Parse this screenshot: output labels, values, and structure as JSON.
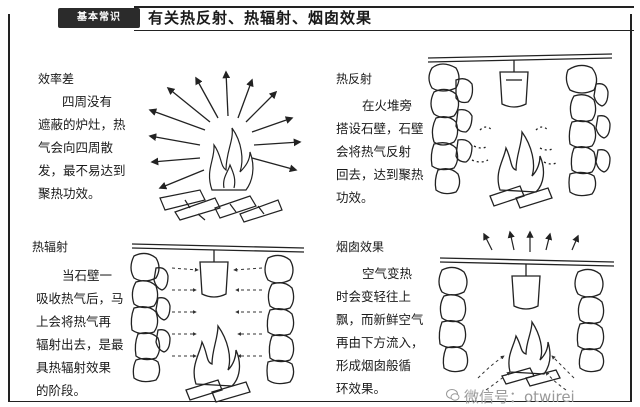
{
  "header": {
    "badge": "基本常识",
    "title": "有关热反射、热辐射、烟囱效果"
  },
  "sections": [
    {
      "title": "效率差",
      "lines": [
        "四周没有",
        "遮蔽的炉灶，热",
        "气会向四周散",
        "发，最不易达到",
        "聚热功效。"
      ]
    },
    {
      "title": "热反射",
      "lines": [
        "在火堆旁",
        "搭设石壁，石壁",
        "会将热气反射",
        "回去，达到聚热",
        "功效。"
      ]
    },
    {
      "title": "热辐射",
      "lines": [
        "当石壁一",
        "吸收热气后，马",
        "上会将热气再",
        "辐射出去，是最",
        "具热辐射效果",
        "的阶段。"
      ]
    },
    {
      "title": "烟囱效果",
      "lines": [
        "空气变热",
        "时会变轻往上",
        "飘，而新鲜空气",
        "再由下方流入，",
        "形成烟囱般循",
        "环效果。"
      ]
    }
  ],
  "watermark": {
    "text": "微信号：otwirei",
    "icon": "wechat-icon"
  }
}
